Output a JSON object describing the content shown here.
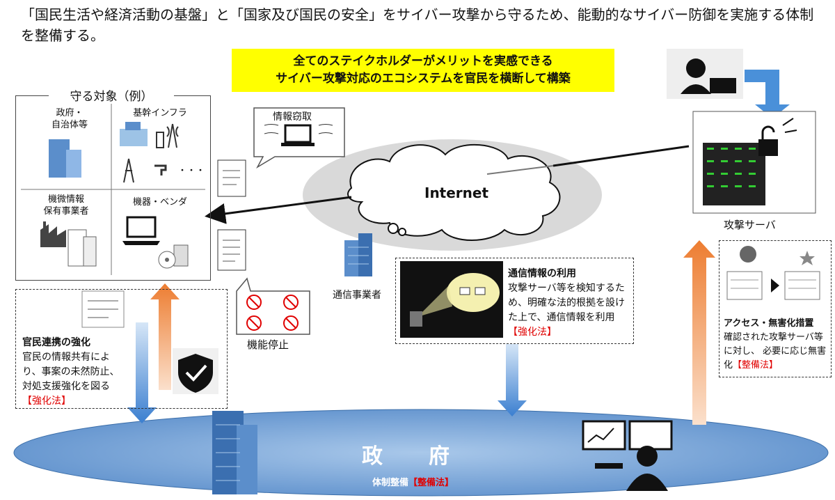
{
  "headline": "「国民生活や経済活動の基盤」と「国家及び国民の安全」をサイバー攻撃から守るため、能動的なサイバー防御を実施する体制を整備する。",
  "banner": {
    "line1": "全てのステイクホルダーがメリットを実感できる",
    "line2": "サイバー攻撃対応のエコシステムを官民を横断して構築"
  },
  "protect": {
    "title": "守る対象（例）",
    "cells": {
      "gov": "政府・\n自治体等",
      "infra": "基幹インフラ",
      "sensitive": "機微情報\n保有事業者",
      "vendor": "機器・ベンダ"
    },
    "ellipsis": "・・・"
  },
  "theft_label": "情報窃取",
  "stop_label": "機能停止",
  "internet_label": "Internet",
  "carrier_label": "通信事業者",
  "attack_server_label": "攻撃サーバ",
  "comm": {
    "title": "通信情報の利用",
    "body": "攻撃サーバ等を検知するため、明確な法的根拠を設けた上で、通信情報を利用",
    "tag": "【強化法】"
  },
  "cooperation": {
    "title": "官民連携の強化",
    "body": "官民の情報共有により、事案の未然防止、対処支援強化を図る",
    "tag": "【強化法】"
  },
  "access": {
    "title": "アクセス・無害化措置",
    "body": "確認された攻撃サーバ等に対し、 必要に応じ無害化",
    "tag": "【整備法】"
  },
  "government": {
    "label": "政　　府",
    "system": "体制整備",
    "tag": "【整備法】"
  },
  "colors": {
    "banner": "#ffff00",
    "blue_arrow": "#4a90d9",
    "orange_arrow": "#ed7d31",
    "gov_ellipse": "#6f9fd6",
    "cloud": "#d9d9d9",
    "red_tag": "#e00000"
  },
  "icons": [
    "hacker-icon",
    "lock-icon",
    "server-icon",
    "laptop-icon",
    "building-icon",
    "shield-check-icon",
    "document-icon",
    "monitor-icon",
    "factory-icon",
    "tower-icon",
    "faucet-icon",
    "disc-icon"
  ]
}
